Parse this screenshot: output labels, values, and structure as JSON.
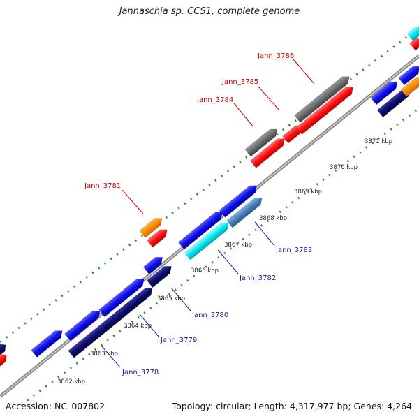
{
  "title": "Jannaschia sp. CCS1, complete genome",
  "footer": {
    "accession": "Accession: NC_007802",
    "summary": "Topology: circular; Length: 4,317,977 bp; Genes: 4,264"
  },
  "scale_labels": [
    "3862 kbp",
    "3863 kbp",
    "3864 kbp",
    "3865 kbp",
    "3866 kbp",
    "3867 kbp",
    "3868 kbp",
    "3869 kbp",
    "3870 kbp",
    "3871 kbp"
  ],
  "upper_labels": [
    "Jann_3781",
    "Jann_3784",
    "Jann_3785",
    "Jann_3786"
  ],
  "lower_labels": [
    "Jann_3778",
    "Jann_3779",
    "Jann_3780",
    "Jann_3782",
    "Jann_3783"
  ],
  "colors": {
    "blue": "#1010e8",
    "navy": "#0c0c6e",
    "red": "#ff1010",
    "gray": "#6e6e6e",
    "orange": "#ff8c00",
    "cyan": "#00e8f0",
    "steel": "#4a7fb8",
    "tick_green": "#2e8b2e",
    "label_red": "#cc0000",
    "label_blue": "#1a1aa0"
  }
}
